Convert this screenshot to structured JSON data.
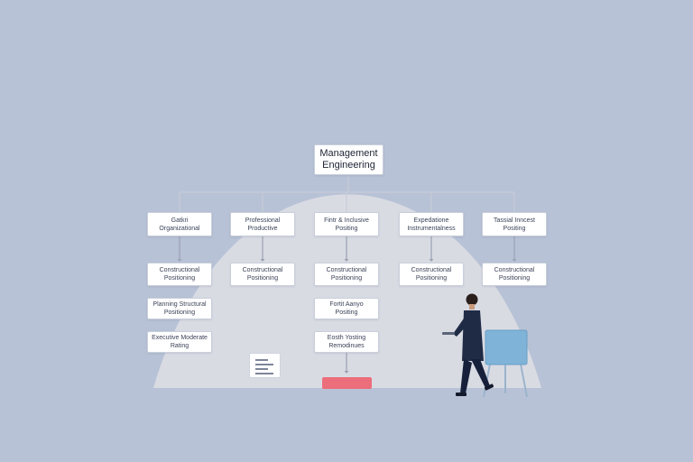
{
  "diagram": {
    "root": {
      "lines": [
        "Management",
        "Engineering"
      ]
    },
    "columns": [
      {
        "nodes": [
          {
            "lines": [
              "Gatkri",
              "Organizational"
            ]
          },
          {
            "lines": [
              "Constructional",
              "Positioning"
            ]
          },
          {
            "lines": [
              "Planning Structural",
              "Positioning"
            ]
          },
          {
            "lines": [
              "Executive Moderate",
              "Rating"
            ]
          }
        ]
      },
      {
        "nodes": [
          {
            "lines": [
              "Professional",
              "Productive"
            ]
          },
          {
            "lines": [
              "Constructional",
              "Positioning"
            ]
          }
        ]
      },
      {
        "nodes": [
          {
            "lines": [
              "Fintr & Inclusive",
              "Positing"
            ]
          },
          {
            "lines": [
              "Constructional",
              "Positioning"
            ]
          },
          {
            "lines": [
              "Fortit Aanyo",
              "Positing"
            ]
          },
          {
            "lines": [
              "Eosth Yosting",
              "Remodinues"
            ]
          }
        ]
      },
      {
        "nodes": [
          {
            "lines": [
              "Expedatione",
              "Instrumentalness"
            ]
          },
          {
            "lines": [
              "Constructional",
              "Positioning"
            ]
          }
        ]
      },
      {
        "nodes": [
          {
            "lines": [
              "Tassial Inncest",
              "Positing"
            ]
          },
          {
            "lines": [
              "Constructional",
              "Positioning"
            ]
          }
        ]
      }
    ]
  },
  "colors": {
    "background": "#b8c2d6",
    "dome": "#d9dbe3",
    "node_border": "#c9cfdb",
    "connector": "#c6ccd8",
    "arrow": "#9aa2b3",
    "accent_bar": "#ec6e7b",
    "easel_board": "#7fb3d8",
    "person_suit": "#1f2b45"
  },
  "icons": [
    "document-icon",
    "person-figure",
    "easel-board"
  ]
}
